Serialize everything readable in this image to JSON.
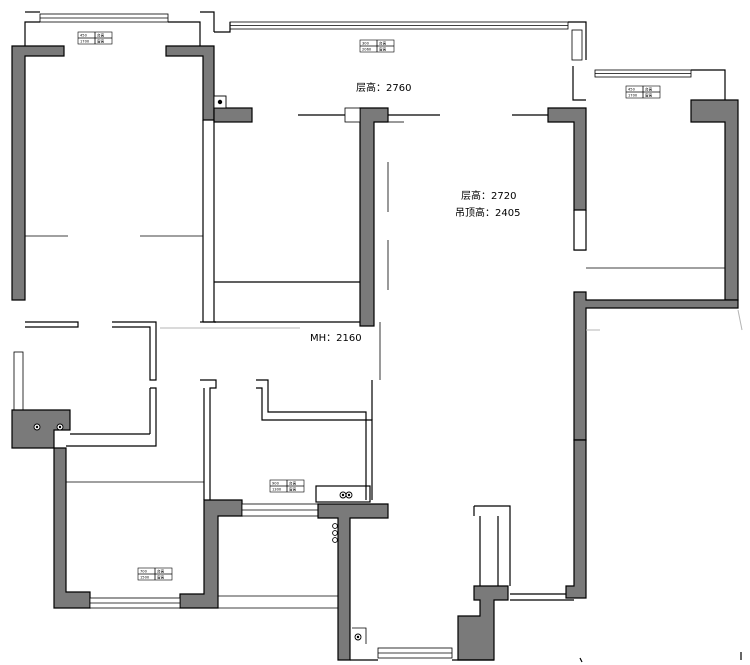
{
  "labels": {
    "floor_height_top": "层高：2760",
    "floor_height_right": "层高：2720",
    "ceiling_height": "吊顶高：2405",
    "mh_label": "MH：2160"
  },
  "window_tags": [
    {
      "name": "window-tag-top-left",
      "code": "450",
      "code2": "1700",
      "a": "台高",
      "b": "窗高"
    },
    {
      "name": "window-tag-top-center",
      "code": "300",
      "code2": "2060",
      "a": "台高",
      "b": "窗高"
    },
    {
      "name": "window-tag-right",
      "code": "450",
      "code2": "1700",
      "a": "台高",
      "b": "窗高"
    },
    {
      "name": "window-tag-kitchen",
      "code": "900",
      "code2": "1300",
      "a": "台高",
      "b": "窗高"
    },
    {
      "name": "window-tag-bottom-left",
      "code": "700",
      "code2": "1500",
      "a": "台高",
      "b": "窗高"
    }
  ],
  "colors": {
    "wall_fill": "#7a7a7a",
    "line": "#000000",
    "faint": "#b5b5b5"
  }
}
